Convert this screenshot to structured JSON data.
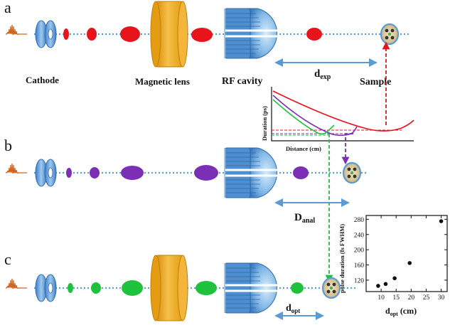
{
  "panels": {
    "a": "a",
    "b": "b",
    "c": "c"
  },
  "labels": {
    "cathode": "Cathode",
    "magnetic_lens": "Magnetic lens",
    "rf_cavity": "RF cavity",
    "sample": "Sample",
    "d_exp_main": "d",
    "d_exp_sub": "exp",
    "d_anal_main": "D",
    "d_anal_sub": "anal",
    "d_opt_main": "d",
    "d_opt_sub": "opt"
  },
  "colors": {
    "row_a_pulse": "#e8141c",
    "row_b_pulse": "#7a2fb5",
    "row_c_pulse": "#1fc23c",
    "beam": "#5aa0d8",
    "laser": "#d0641e",
    "optic": "#5b9bd5",
    "lens": "#f0ac1e",
    "arrow": "#5b9bd5"
  },
  "chart_data": [
    {
      "type": "line",
      "xlabel": "Distance (cm)",
      "ylabel": "Duration (ps)",
      "series": [
        {
          "color": "#e8141c",
          "style": "solid"
        },
        {
          "color": "#7a2fb5",
          "style": "solid"
        },
        {
          "color": "#1fc23c",
          "style": "solid"
        }
      ],
      "guides": [
        {
          "color": "#e8141c",
          "style": "dashed"
        },
        {
          "color": "#7a2fb5",
          "style": "dashed"
        },
        {
          "color": "#1fc23c",
          "style": "dashed"
        }
      ]
    },
    {
      "type": "scatter",
      "ylabel": "pulse duration (fs FWHM)",
      "xlabel_main": "d",
      "xlabel_sub": "opt",
      "xlabel_unit": " (cm)",
      "x": [
        9,
        11.5,
        14.5,
        19.5,
        30
      ],
      "y": [
        105,
        110,
        125,
        165,
        275
      ],
      "xlim": [
        5,
        32
      ],
      "ylim": [
        90,
        290
      ],
      "xticks": [
        10,
        15,
        20,
        25,
        30
      ],
      "yticks": [
        120,
        160,
        200,
        240,
        280
      ]
    }
  ]
}
